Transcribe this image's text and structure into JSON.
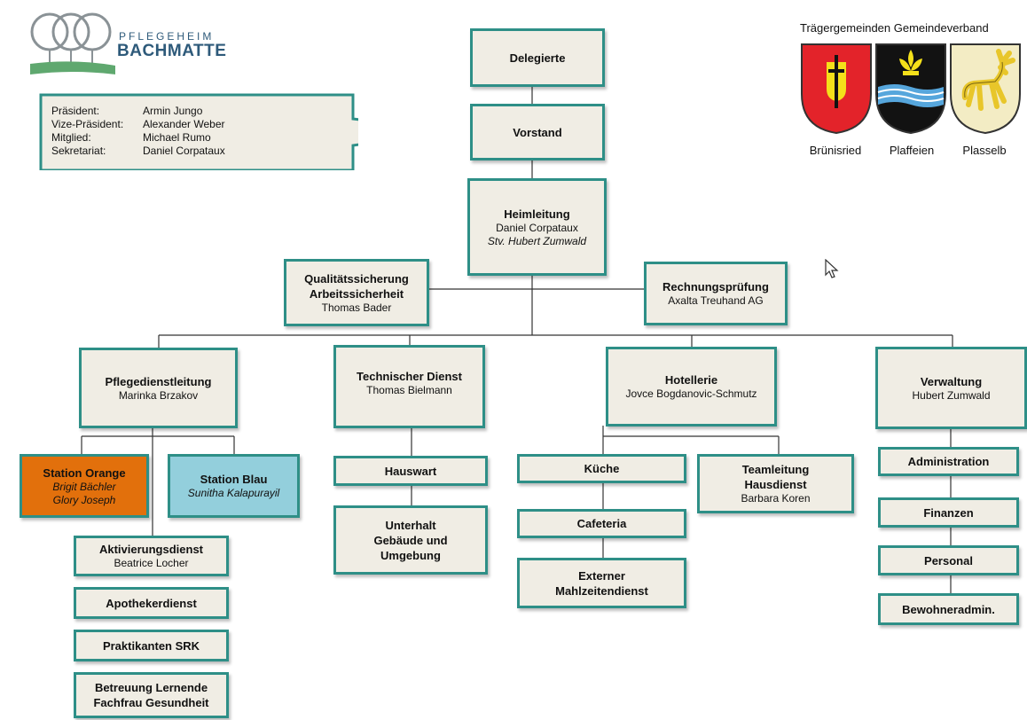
{
  "logo": {
    "line1": "PFLEGEHEIM",
    "line2": "BACHMATTE"
  },
  "board": [
    {
      "role": "Präsident:",
      "name": "Armin Jungo"
    },
    {
      "role": "Vize-Präsident:",
      "name": "Alexander Weber"
    },
    {
      "role": "Mitglied:",
      "name": "Michael Rumo"
    },
    {
      "role": "Sekretariat:",
      "name": "Daniel Corpataux"
    }
  ],
  "crests": {
    "title": "Trägergemeinden Gemeindeverband",
    "names": [
      "Brünisried",
      "Plaffeien",
      "Plasselb"
    ],
    "colors": {
      "red": "#e3232a",
      "yellow": "#f4e01a",
      "black": "#121212",
      "blue": "#56a6dc"
    }
  },
  "nodes": {
    "delegierte": {
      "title": "Delegierte"
    },
    "vorstand": {
      "title": "Vorstand"
    },
    "heimleitung": {
      "title": "Heimleitung",
      "name": "Daniel Corpataux",
      "deputy": "Stv. Hubert Zumwald"
    },
    "qualitaet": {
      "title1": "Qualitätssicherung",
      "title2": "Arbeitssicherheit",
      "name": "Thomas Bader"
    },
    "rechnung": {
      "title": "Rechnungsprüfung",
      "name": "Axalta Treuhand AG"
    },
    "pflege": {
      "title": "Pflegedienstleitung",
      "name": "Marinka Brzakov"
    },
    "technik": {
      "title": "Technischer Dienst",
      "name": "Thomas Bielmann"
    },
    "hotellerie": {
      "title": "Hotellerie",
      "name": "Jovce Bogdanovic-Schmutz"
    },
    "verwaltung": {
      "title": "Verwaltung",
      "name": "Hubert Zumwald"
    },
    "orange": {
      "title": "Station Orange",
      "name1": "Brigit Bächler",
      "name2": "Glory Joseph"
    },
    "blau": {
      "title": "Station Blau",
      "name": "Sunitha Kalapurayil"
    },
    "aktivierung": {
      "title": "Aktivierungsdienst",
      "name": "Beatrice Locher"
    },
    "apotheke": {
      "title": "Apothekerdienst"
    },
    "praktikanten": {
      "title": "Praktikanten SRK"
    },
    "betreuung": {
      "title1": "Betreuung Lernende",
      "title2": "Fachfrau Gesundheit"
    },
    "hauswart": {
      "title": "Hauswart"
    },
    "unterhalt": {
      "title1": "Unterhalt",
      "title2": "Gebäude und",
      "title3": "Umgebung"
    },
    "kueche": {
      "title": "Küche"
    },
    "cafeteria": {
      "title": "Cafeteria"
    },
    "extern": {
      "title1": "Externer",
      "title2": "Mahlzeitendienst"
    },
    "teamleitung": {
      "title1": "Teamleitung",
      "title2": "Hausdienst",
      "name": "Barbara Koren"
    },
    "administration": {
      "title": "Administration"
    },
    "finanzen": {
      "title": "Finanzen"
    },
    "personal": {
      "title": "Personal"
    },
    "bewohner": {
      "title": "Bewohneradmin."
    }
  }
}
